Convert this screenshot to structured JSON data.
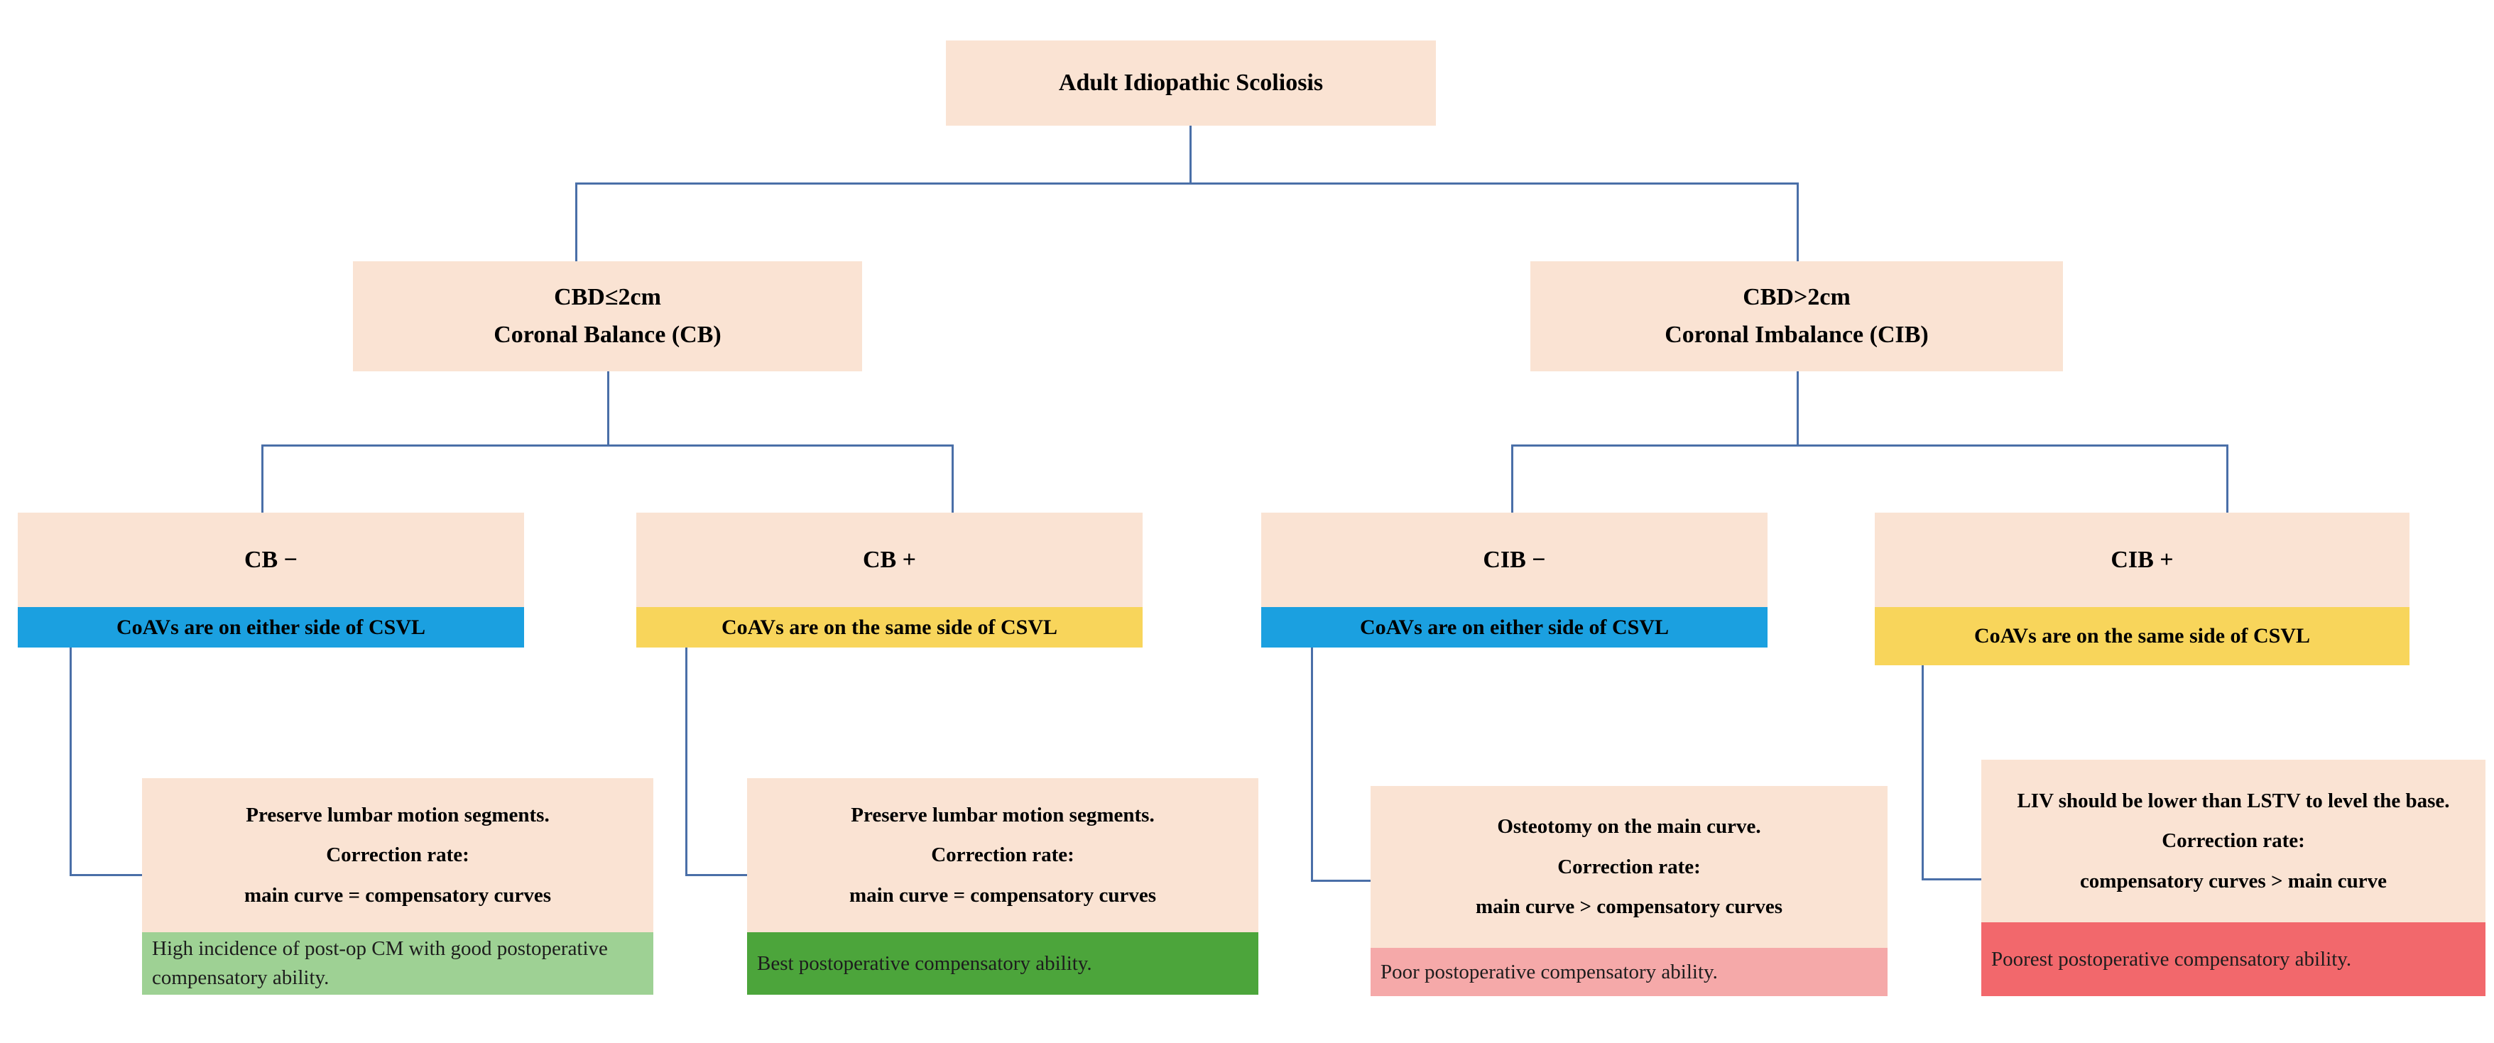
{
  "diagram": {
    "title": "Adult Idiopathic Scoliosis classification and treatment algorithm",
    "accent_colors": {
      "node_fill": "#FAE3D3",
      "connector": "#4A6FA8",
      "band_blue": "#1BA0E0",
      "band_yellow": "#F8D55B",
      "outcome_light_green": "#9ED194",
      "outcome_green": "#4CA53B",
      "outcome_light_red": "#F5A9A9",
      "outcome_red": "#F2686C"
    }
  },
  "root": {
    "label": "Adult Idiopathic Scoliosis"
  },
  "level2": [
    {
      "id": "cb",
      "line1": "CBD≤2cm",
      "line2": "Coronal Balance (CB)"
    },
    {
      "id": "cib",
      "line1": "CBD>2cm",
      "line2": "Coronal Imbalance (CIB)"
    }
  ],
  "level3": [
    {
      "id": "cb-minus",
      "title": "CB −",
      "band": "CoAVs are on either side of  CSVL",
      "band_color": "#1BA0E0"
    },
    {
      "id": "cb-plus",
      "title": "CB +",
      "band": "CoAVs are on the same side of CSVL",
      "band_color": "#F8D55B"
    },
    {
      "id": "cib-minus",
      "title": "CIB −",
      "band": "CoAVs are on either side of CSVL",
      "band_color": "#1BA0E0"
    },
    {
      "id": "cib-plus",
      "title": "CIB +",
      "band": "CoAVs are on the same side of CSVL",
      "band_color": "#F8D55B"
    }
  ],
  "treatments": [
    {
      "id": "tx-cb-minus",
      "line1": "Preserve lumbar motion segments.",
      "line2": "Correction rate:",
      "line3": "main curve = compensatory curves",
      "outcome": "High incidence of post-op CM with good postoperative compensatory ability.",
      "outcome_color": "#9ED194"
    },
    {
      "id": "tx-cb-plus",
      "line1": "Preserve lumbar motion segments.",
      "line2": "Correction rate:",
      "line3": "main curve = compensatory curves",
      "outcome": "Best postoperative compensatory ability.",
      "outcome_color": "#4CA53B"
    },
    {
      "id": "tx-cib-minus",
      "line1": "Osteotomy on the main curve.",
      "line2": "Correction rate:",
      "line3": "main curve > compensatory curves",
      "outcome": "Poor postoperative compensatory ability.",
      "outcome_color": "#F5A9A9"
    },
    {
      "id": "tx-cib-plus",
      "line1": "LIV should be lower than LSTV to level the base.",
      "line2": "Correction rate:",
      "line3": "compensatory curves > main curve",
      "outcome": "Poorest  postoperative compensatory ability.",
      "outcome_color": "#F2686C"
    }
  ]
}
